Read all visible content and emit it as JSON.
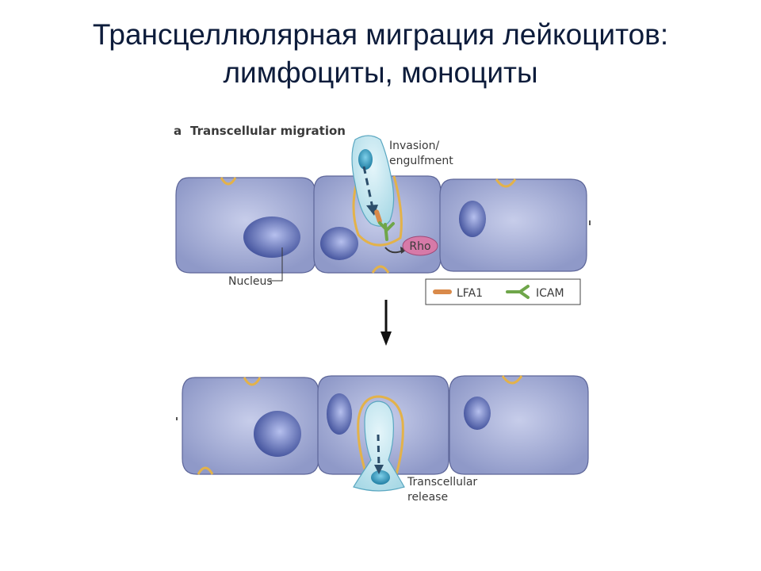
{
  "slide": {
    "title_line1": "Трансцеллюлярная миграция лейкоцитов:",
    "title_line2": "лимфоциты, моноциты"
  },
  "figure": {
    "panel_letter": "a",
    "panel_title": "Transcellular migration",
    "label_invasion_1": "Invasion/",
    "label_invasion_2": "engulfment",
    "label_rho": "Rho",
    "label_nucleus": "Nucleus",
    "legend_lfa1": "LFA1",
    "legend_icam": "ICAM",
    "label_release_1": "Transcellular",
    "label_release_2": "release"
  },
  "colors": {
    "title": "#0d1c3b",
    "cell_fill": "#8f99c8",
    "cell_stroke": "#5d6699",
    "nucleus": "#3f4f9a",
    "leukocyte": "#a9d9e6",
    "leukocyte_nucleus": "#2e9cc0",
    "membrane": "#e3b24a",
    "rho": "#d77aa8",
    "lfa1": "#d98a4a",
    "icam": "#6fa64a"
  }
}
